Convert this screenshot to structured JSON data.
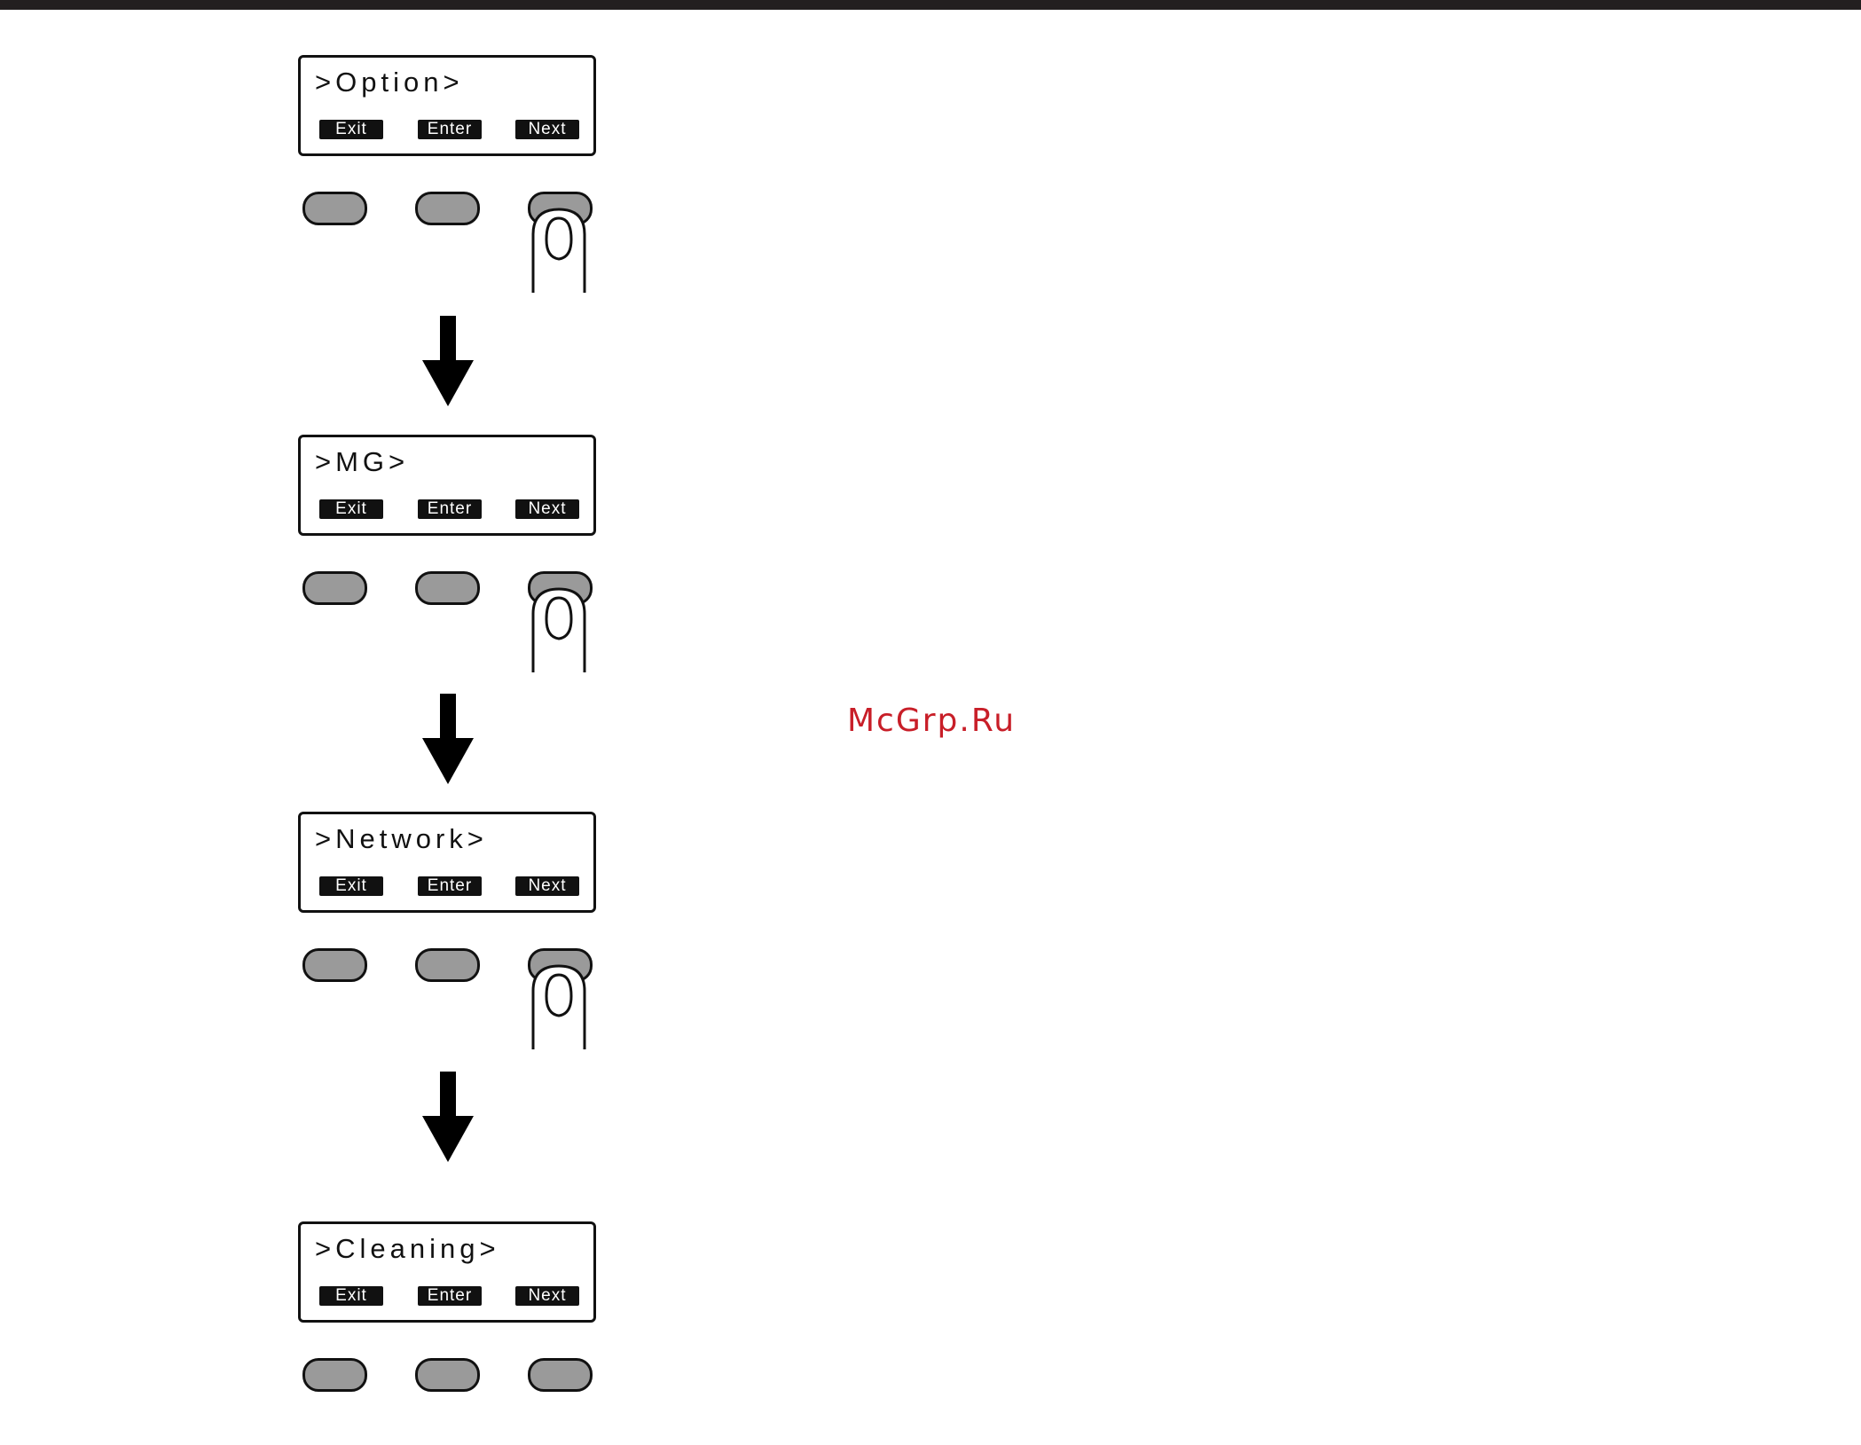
{
  "steps": [
    {
      "screen": ">Option>",
      "keys": [
        "Exit",
        "Enter",
        "Next"
      ]
    },
    {
      "screen": ">MG>",
      "keys": [
        "Exit",
        "Enter",
        "Next"
      ]
    },
    {
      "screen": ">Network>",
      "keys": [
        "Exit",
        "Enter",
        "Next"
      ]
    },
    {
      "screen": ">Cleaning>",
      "keys": [
        "Exit",
        "Enter",
        "Next"
      ]
    }
  ],
  "watermark": "McGrp.Ru",
  "colors": {
    "bar": "#231f20",
    "key_gray": "#9a9a9a",
    "watermark": "#c81e28"
  }
}
